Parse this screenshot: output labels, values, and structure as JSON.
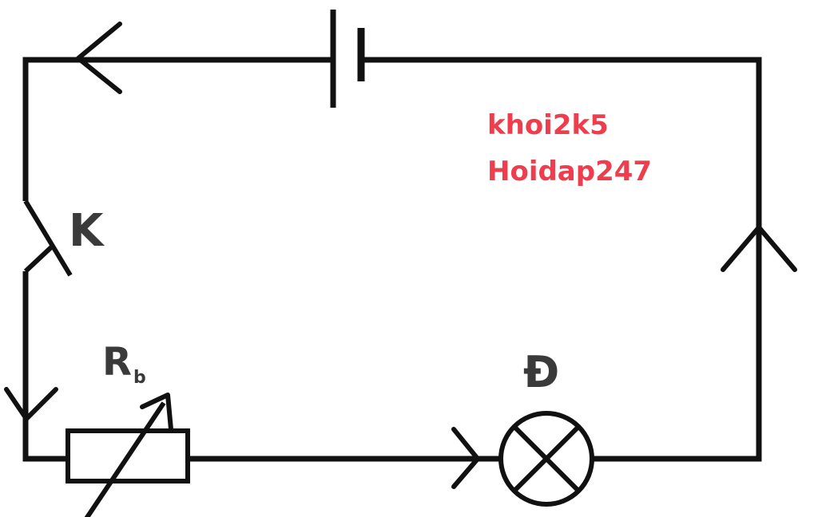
{
  "labels": {
    "switch": "K",
    "rheostat": "R",
    "rheostat_subscript": "b",
    "lamp": "Đ"
  },
  "watermark": {
    "line1": "khoi2k5",
    "line2": "Hoidap247"
  },
  "colors": {
    "ink": "#111111",
    "labels": "#3a3a3a",
    "watermark": "#ee3e4e",
    "background": "#ffffff"
  }
}
